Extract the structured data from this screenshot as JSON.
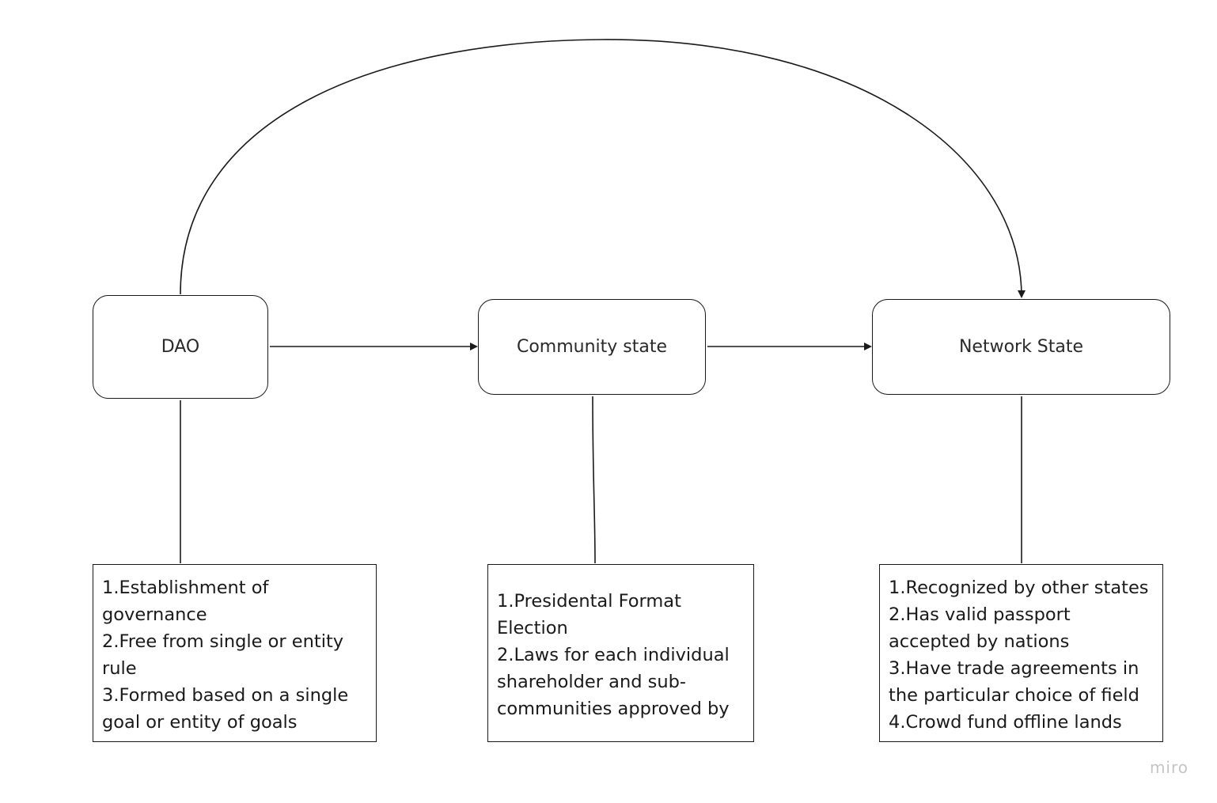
{
  "nodes": {
    "dao": "DAO",
    "community": "Community state",
    "network": "Network State"
  },
  "notes": {
    "dao": [
      "1.Establishment of",
      "governance",
      "2.Free from single or entity",
      "rule",
      "3.Formed based on a single",
      "goal or entity of goals"
    ],
    "community": [
      "1.Presidental Format",
      "Election",
      "2.Laws for each individual",
      "shareholder and sub-",
      "communities approved by"
    ],
    "network": [
      "1.Recognized by other states",
      "2.Has valid passport",
      "accepted by nations",
      "3.Have trade agreements in",
      "the particular choice of field",
      "4.Crowd fund offline lands"
    ]
  },
  "watermark": "miro",
  "colors": {
    "stroke": "#1a1a1a",
    "watermark": "#c4c4c4"
  }
}
